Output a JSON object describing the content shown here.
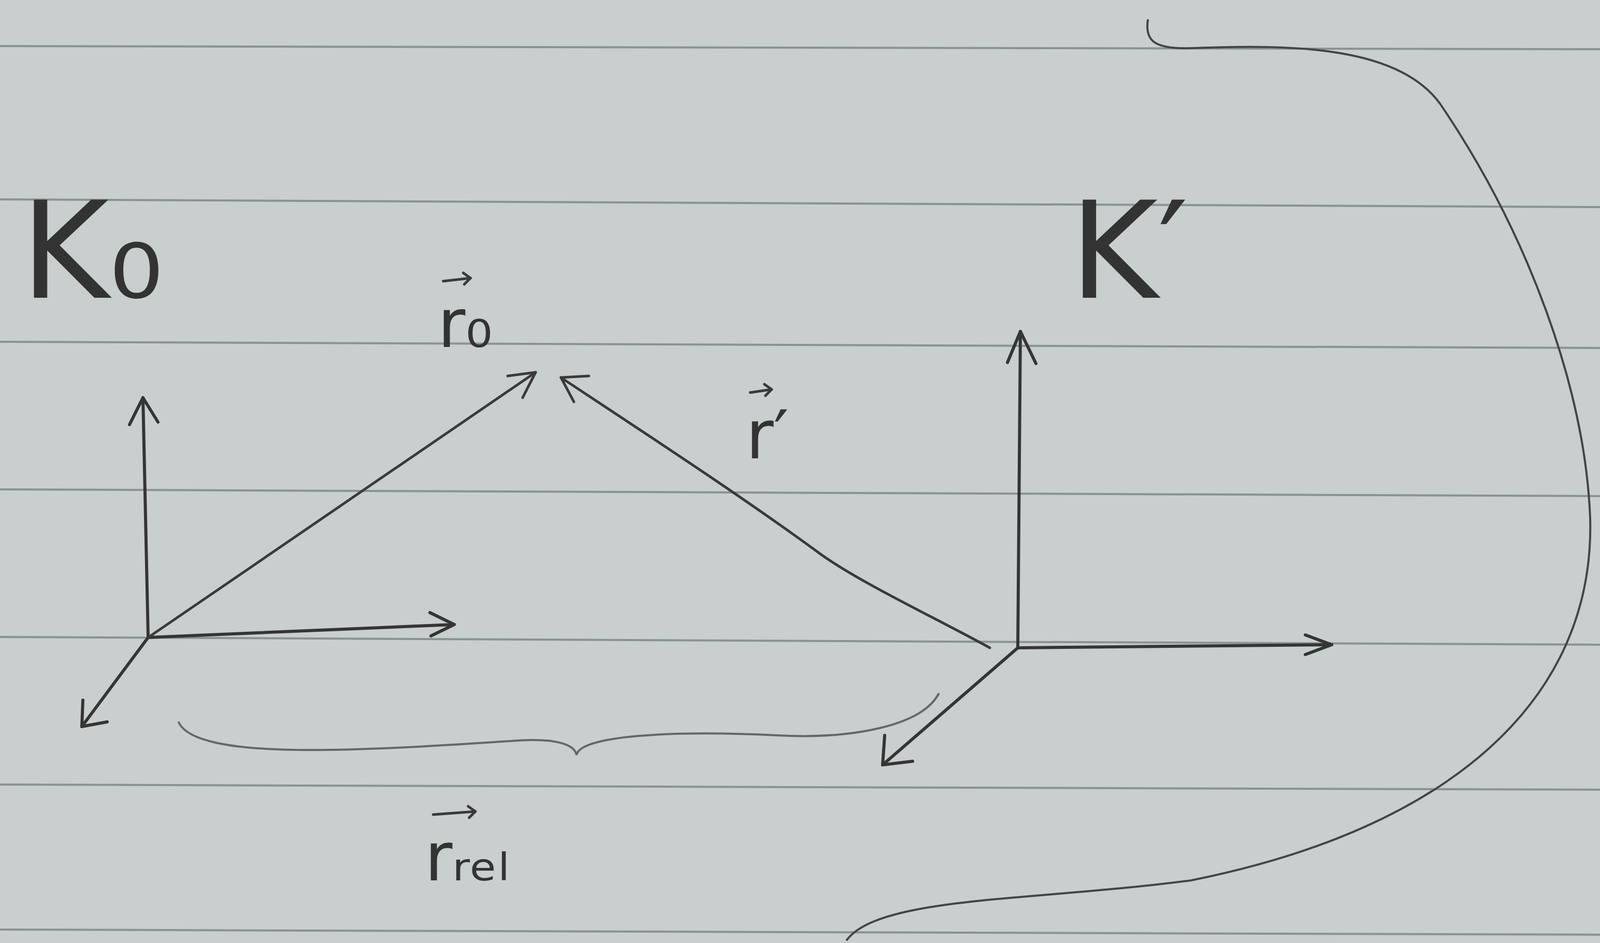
{
  "diagram": {
    "labels": [
      "K₀",
      "r₀",
      "r′",
      "K′",
      "rᵣₑₗ"
    ]
  }
}
